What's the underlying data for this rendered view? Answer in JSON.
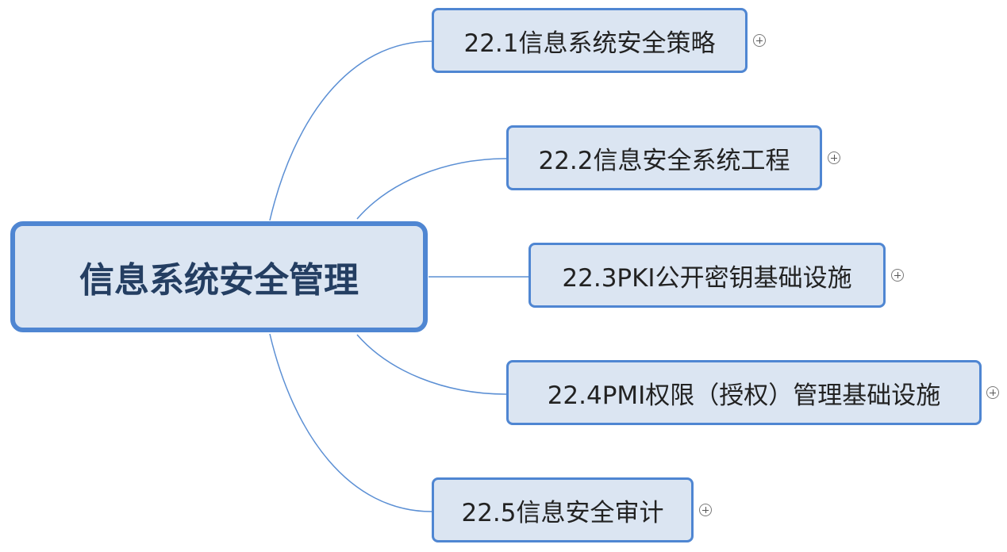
{
  "root": {
    "title": "信息系统安全管理"
  },
  "children": [
    {
      "label": "22.1信息系统安全策略"
    },
    {
      "label": "22.2信息安全系统工程"
    },
    {
      "label": "22.3PKI公开密钥基础设施"
    },
    {
      "label": "22.4PMI权限（授权）管理基础设施"
    },
    {
      "label": "22.5信息安全审计"
    }
  ],
  "colors": {
    "node_fill": "#dbe5f2",
    "node_border": "#4f86d2",
    "connector": "#5b8fd4",
    "root_text": "#243e62"
  }
}
